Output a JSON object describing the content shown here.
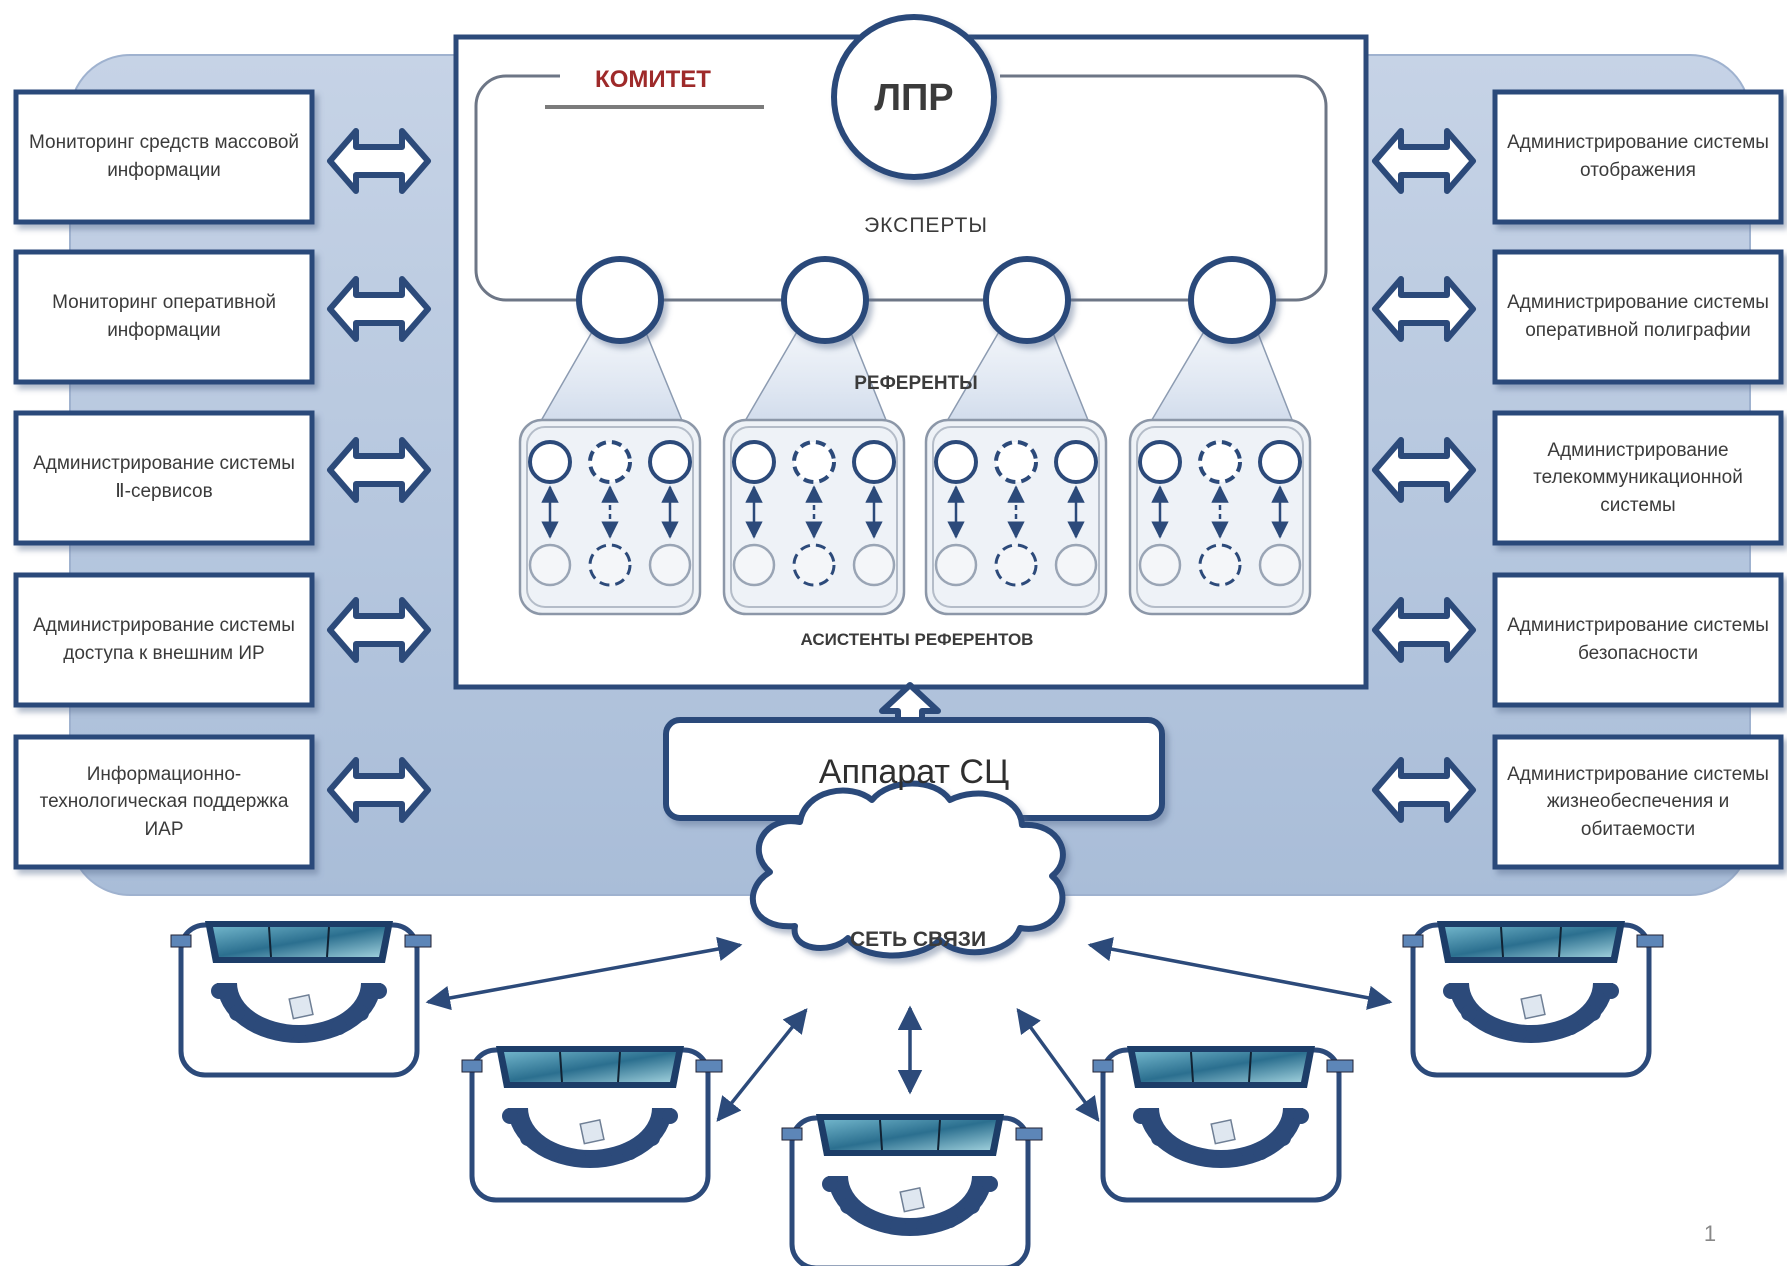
{
  "top": {
    "committee": "КОМИТЕТ",
    "dm": "ЛПР",
    "experts": "ЭКСПЕРТЫ",
    "referents": "РЕФЕРЕНТЫ",
    "assistants": "АСИСТЕНТЫ РЕФЕРЕНТОВ"
  },
  "apparatus": "Аппарат СЦ",
  "network": "СЕТЬ СВЯЗИ",
  "page_number": "1",
  "left_boxes": [
    "Мониторинг средств массовой информации",
    "Мониторинг оперативной информации",
    "Администрирование системы Ⅱ-сервисов",
    "Администрирование системы доступа к внешним ИР",
    "Информационно-технологическая поддержка ИАР"
  ],
  "right_boxes": [
    "Администрирование системы отображения",
    "Администрирование системы оперативной полиграфии",
    "Администрирование телекоммуникационной системы",
    "Администрирование системы безопасности",
    "Администрирование системы жизнеобеспечения и обитаемости"
  ],
  "colors": {
    "panel": "#b9c9e0",
    "navy": "#2c4a7a",
    "accent_red": "#9e2a2a",
    "text": "#3b3b3b"
  },
  "icons": {
    "arrow": "double-arrow-icon",
    "room": "situation-room-icon",
    "cloud": "cloud-icon"
  }
}
